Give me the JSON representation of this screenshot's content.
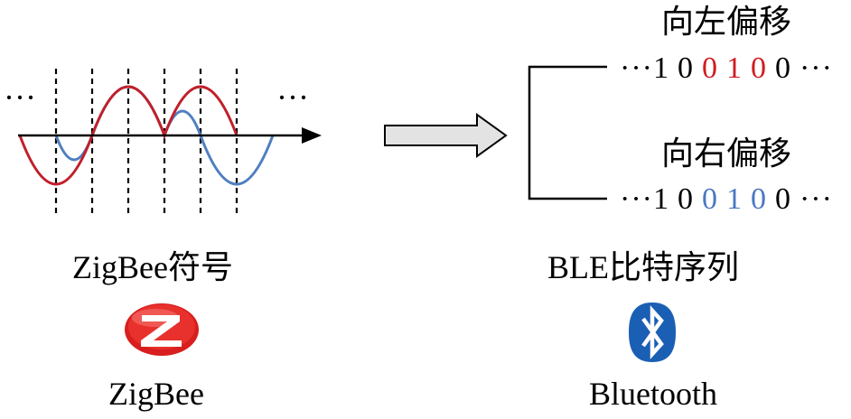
{
  "colors": {
    "red_wave": "#c0202a",
    "blue_wave": "#4f7fc0",
    "left_shift_highlight": "#d01c1f",
    "right_shift_highlight": "#4a78c2",
    "arrow_fill": "#e3e3e3"
  },
  "zigbee_panel": {
    "ellipsis_left": "···",
    "ellipsis_right": "···",
    "symbol_caption": "ZigBee符号",
    "logo_caption": "ZigBee",
    "logo_icon": "zigbee-logo-icon"
  },
  "ble_panel": {
    "left_shift_label": "向左偏移",
    "right_shift_label": "向右偏移",
    "row_prefix": "···",
    "row_suffix": "···",
    "left_shift_bits": [
      "1",
      "0",
      "0",
      "1",
      "0",
      "0"
    ],
    "right_shift_bits": [
      "1",
      "0",
      "0",
      "1",
      "0",
      "0"
    ],
    "bit_caption": "BLE比特序列",
    "logo_caption": "Bluetooth",
    "logo_icon": "bluetooth-logo-icon"
  }
}
